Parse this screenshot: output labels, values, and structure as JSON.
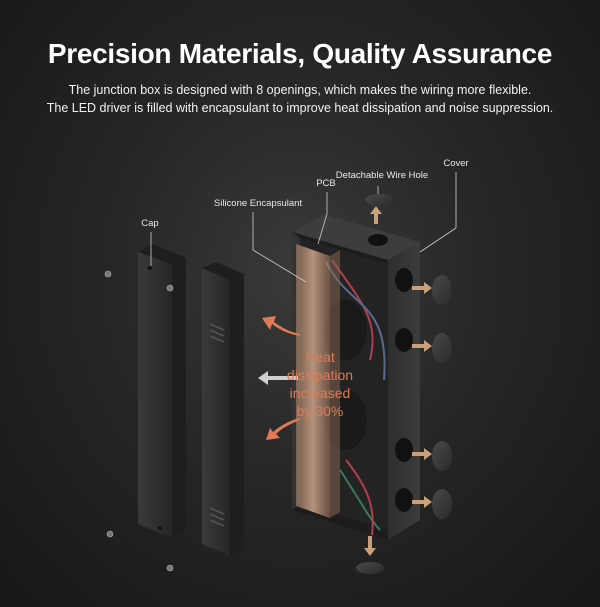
{
  "header": {
    "title": "Precision Materials, Quality Assurance",
    "subtitle_line1": "The junction box is designed with 8 openings, which makes the wiring more flexible.",
    "subtitle_line2": "The LED driver is filled with encapsulant to improve heat dissipation and noise suppression."
  },
  "callouts": {
    "cap": "Cap",
    "silicone": "Silicone Encapsulant",
    "pcb": "PCB",
    "wire_hole": "Detachable Wire Hole",
    "cover": "Cover"
  },
  "heat_text": {
    "line1": "Heat",
    "line2": "dissipation",
    "line3": "increased",
    "line4": "by 30%"
  },
  "colors": {
    "heat_accent": "#e07a55",
    "arrow_tan": "#c8a07a",
    "metal_dark": "#2b2b2b"
  }
}
